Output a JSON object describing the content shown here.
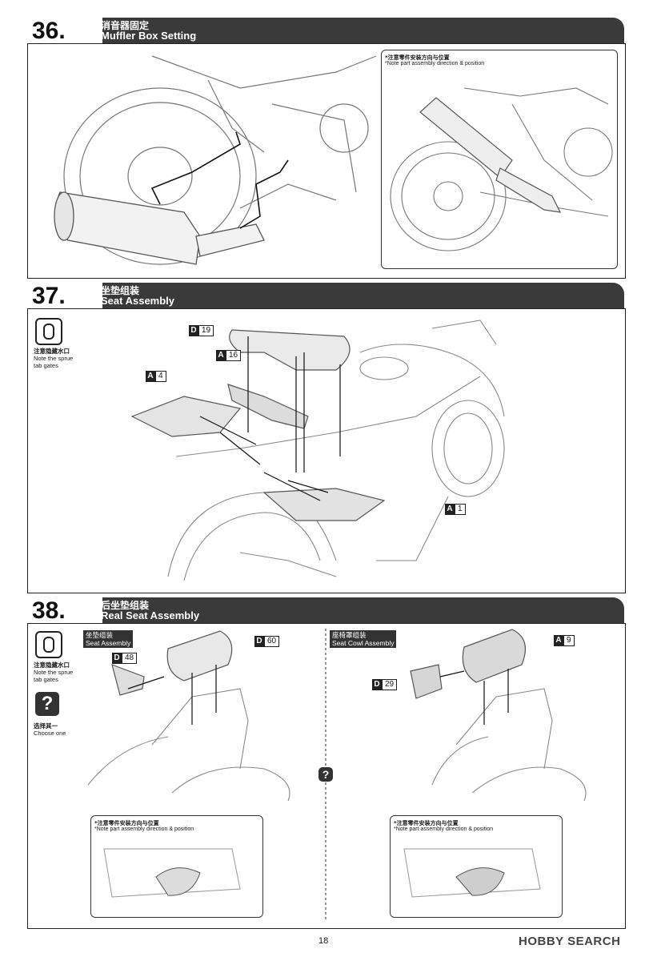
{
  "steps": [
    {
      "number": "36.",
      "title_zh": "消音器固定",
      "title_en": "Muffler Box Setting",
      "note_zh": "*注意零件安装方向与位置",
      "note_en": "*Note part assembly direction & position"
    },
    {
      "number": "37.",
      "title_zh": "坐垫组装",
      "title_en": "Seat Assembly",
      "sprue_zh": "注意隐藏水口",
      "sprue_en_1": "Note the sprue",
      "sprue_en_2": "tab gates",
      "parts": [
        {
          "letter": "D",
          "num": "19"
        },
        {
          "letter": "A",
          "num": "16"
        },
        {
          "letter": "A",
          "num": "4"
        },
        {
          "letter": "A",
          "num": "1"
        }
      ]
    },
    {
      "number": "38.",
      "title_zh": "后坐垫组装",
      "title_en": "Real Seat Assembly",
      "sprue_zh": "注意隐藏水口",
      "sprue_en_1": "Note the sprue",
      "sprue_en_2": "tab gates",
      "choose_zh": "选择其一",
      "choose_en": "Choose one",
      "left": {
        "label_zh": "坐垫组装",
        "label_en": "Seat Assembly",
        "parts": [
          {
            "letter": "D",
            "num": "60"
          },
          {
            "letter": "D",
            "num": "48"
          }
        ],
        "note_zh": "*注意零件安装方向与位置",
        "note_en": "*Note part assembly direction & position"
      },
      "right": {
        "label_zh": "座椅罩组装",
        "label_en": "Seat Cowl Assembly",
        "parts": [
          {
            "letter": "A",
            "num": "9"
          },
          {
            "letter": "D",
            "num": "29"
          }
        ],
        "note_zh": "*注意零件安装方向与位置",
        "note_en": "*Note part assembly direction & position"
      }
    }
  ],
  "page_number": "18",
  "watermark": "HOBBY SEARCH"
}
